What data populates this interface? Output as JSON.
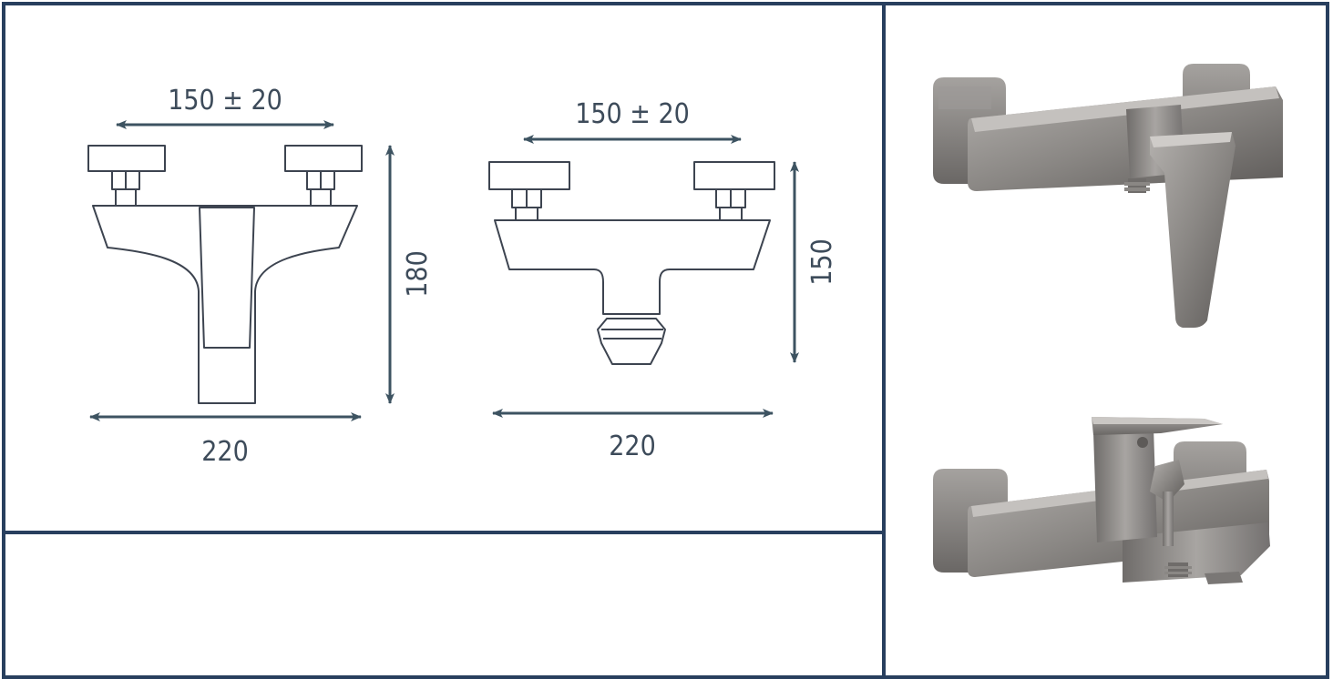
{
  "colors": {
    "frame": "#283f5e",
    "line": "#3d4450",
    "dimension": "#3d5361",
    "metal_dark": "#5d5a58",
    "metal_mid": "#8a8784",
    "metal_light": "#b3b0ad"
  },
  "drawing_left": {
    "spacing_label": "150 ± 20",
    "height_label": "180",
    "width_label": "220"
  },
  "drawing_right": {
    "spacing_label": "150 ± 20",
    "height_label": "150",
    "width_label": "220"
  },
  "photos": {
    "top": "shower-mixer-photo",
    "bottom": "bath-mixer-photo"
  }
}
